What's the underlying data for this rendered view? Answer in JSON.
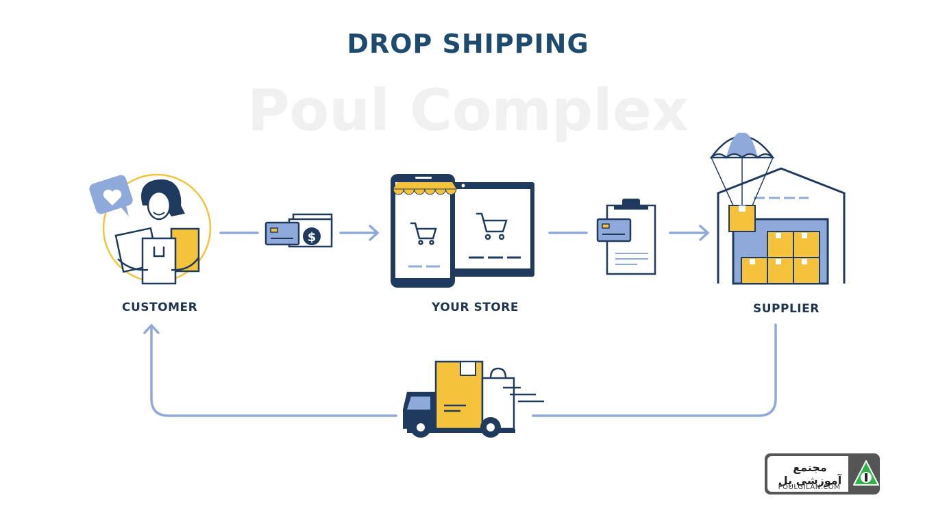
{
  "title": "DROP SHIPPING",
  "watermark": "Poul Complex",
  "nodes": {
    "customer": "CUSTOMER",
    "store": "YOUR STORE",
    "supplier": "SUPPLIER"
  },
  "badge": {
    "name_fa": "مجتمع آموزشی پل",
    "url": "POULGILAN.COM"
  },
  "colors": {
    "navy": "#1e4a6e",
    "dark": "#1f3a5c",
    "blue": "#8ea9da",
    "lightblue": "#aec3ea",
    "yellow": "#f5c33b",
    "white": "#ffffff"
  }
}
